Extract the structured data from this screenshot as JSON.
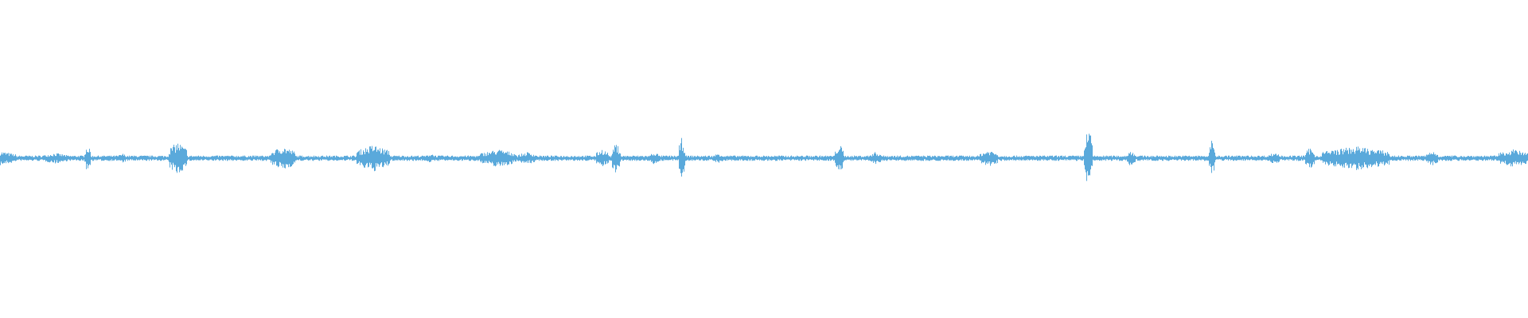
{
  "waveform": {
    "color": "#5aa9db",
    "background": "#ffffff",
    "amplitude_envelope": {
      "baseline": 0.09,
      "seed": 7,
      "bursts": [
        {
          "at": 0.0,
          "width": 0.01,
          "level": 0.24
        },
        {
          "at": 0.036,
          "width": 0.008,
          "level": 0.18
        },
        {
          "at": 0.057,
          "width": 0.002,
          "level": 0.45
        },
        {
          "at": 0.08,
          "width": 0.003,
          "level": 0.16
        },
        {
          "at": 0.116,
          "width": 0.006,
          "level": 0.55
        },
        {
          "at": 0.185,
          "width": 0.008,
          "level": 0.4
        },
        {
          "at": 0.244,
          "width": 0.011,
          "level": 0.45
        },
        {
          "at": 0.282,
          "width": 0.003,
          "level": 0.17
        },
        {
          "at": 0.326,
          "width": 0.012,
          "level": 0.3
        },
        {
          "at": 0.345,
          "width": 0.006,
          "level": 0.21
        },
        {
          "at": 0.394,
          "width": 0.004,
          "level": 0.32
        },
        {
          "at": 0.403,
          "width": 0.003,
          "level": 0.5
        },
        {
          "at": 0.428,
          "width": 0.003,
          "level": 0.22
        },
        {
          "at": 0.446,
          "width": 0.002,
          "level": 0.7
        },
        {
          "at": 0.47,
          "width": 0.003,
          "level": 0.18
        },
        {
          "at": 0.549,
          "width": 0.003,
          "level": 0.48
        },
        {
          "at": 0.573,
          "width": 0.004,
          "level": 0.22
        },
        {
          "at": 0.647,
          "width": 0.006,
          "level": 0.28
        },
        {
          "at": 0.712,
          "width": 0.003,
          "level": 1.0
        },
        {
          "at": 0.74,
          "width": 0.003,
          "level": 0.27
        },
        {
          "at": 0.793,
          "width": 0.002,
          "level": 0.62
        },
        {
          "at": 0.834,
          "width": 0.004,
          "level": 0.2
        },
        {
          "at": 0.857,
          "width": 0.003,
          "level": 0.35
        },
        {
          "at": 0.887,
          "width": 0.022,
          "level": 0.4
        },
        {
          "at": 0.937,
          "width": 0.004,
          "level": 0.25
        },
        {
          "at": 0.99,
          "width": 0.01,
          "level": 0.3
        }
      ]
    }
  }
}
